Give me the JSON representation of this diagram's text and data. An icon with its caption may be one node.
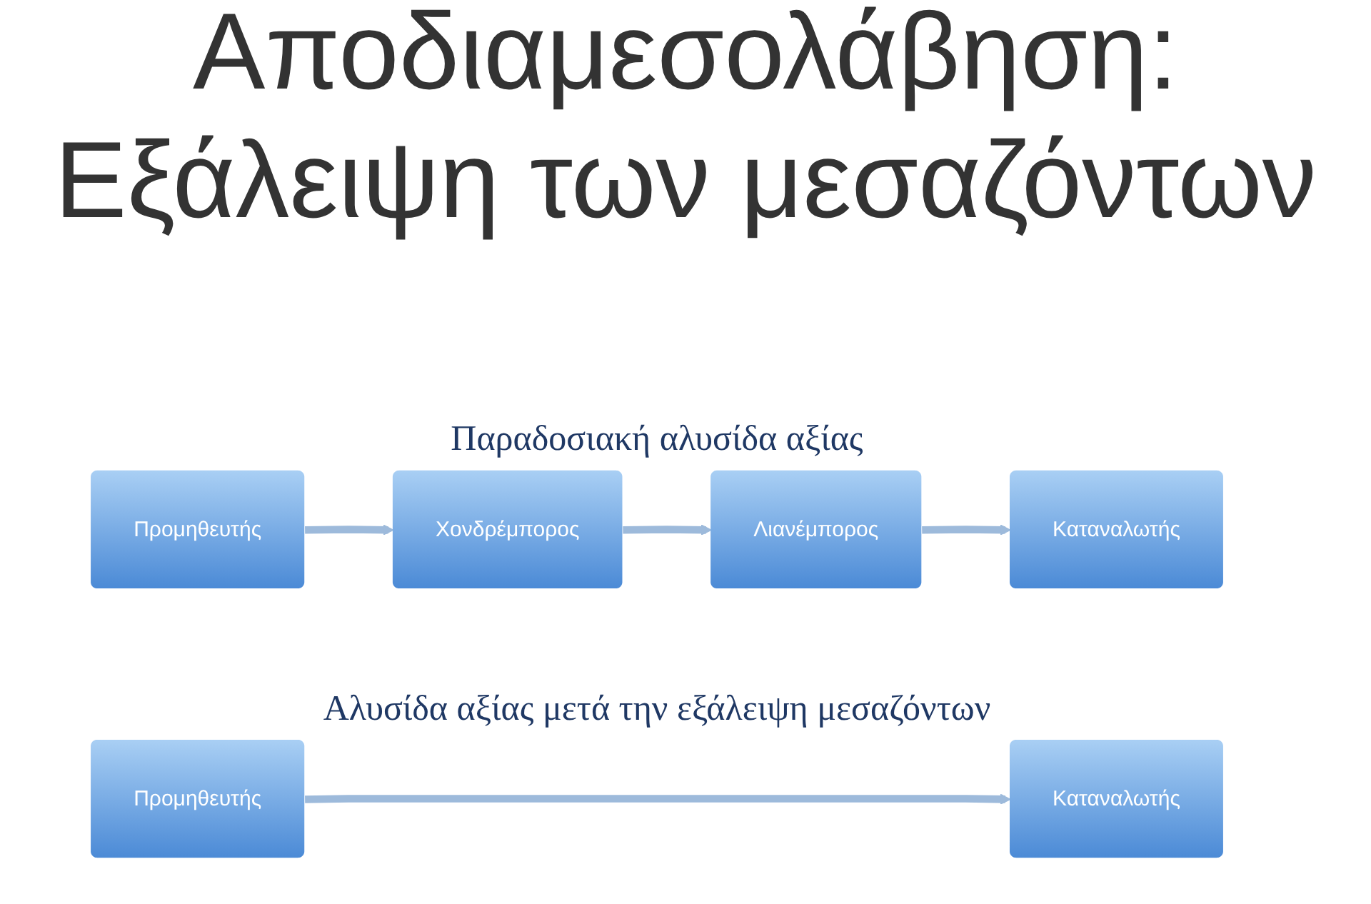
{
  "diagram": {
    "title": "Αποδιαμεσολάβηση: Εξάλειψη των μεσαζόντων",
    "nodes": [
      {
        "text": [
          "Προμηθευτής"
        ]
      },
      {
        "text": [
          "Χονδρέμπορος"
        ]
      },
      {
        "text": [
          "Λιανέμπορος"
        ]
      },
      {
        "text": [
          "Καταναλωτής"
        ]
      },
      {
        "text": [
          "Προμηθευτής"
        ]
      },
      {
        "text": [
          "Καταναλωτής"
        ]
      }
    ],
    "edges": [
      {
        "from": 0,
        "to": 1,
        "arrow": "to"
      },
      {
        "from": 1,
        "to": 2,
        "arrow": "to"
      },
      {
        "from": 2,
        "to": 3,
        "arrow": "to"
      },
      {
        "from": 4,
        "to": 5,
        "arrow": "to"
      }
    ],
    "labels": [
      "Παραδοσιακή αλυσίδα αξίας",
      "Αλυσίδα αξίας μετά την εξάλειψη μεσαζόντων"
    ]
  }
}
